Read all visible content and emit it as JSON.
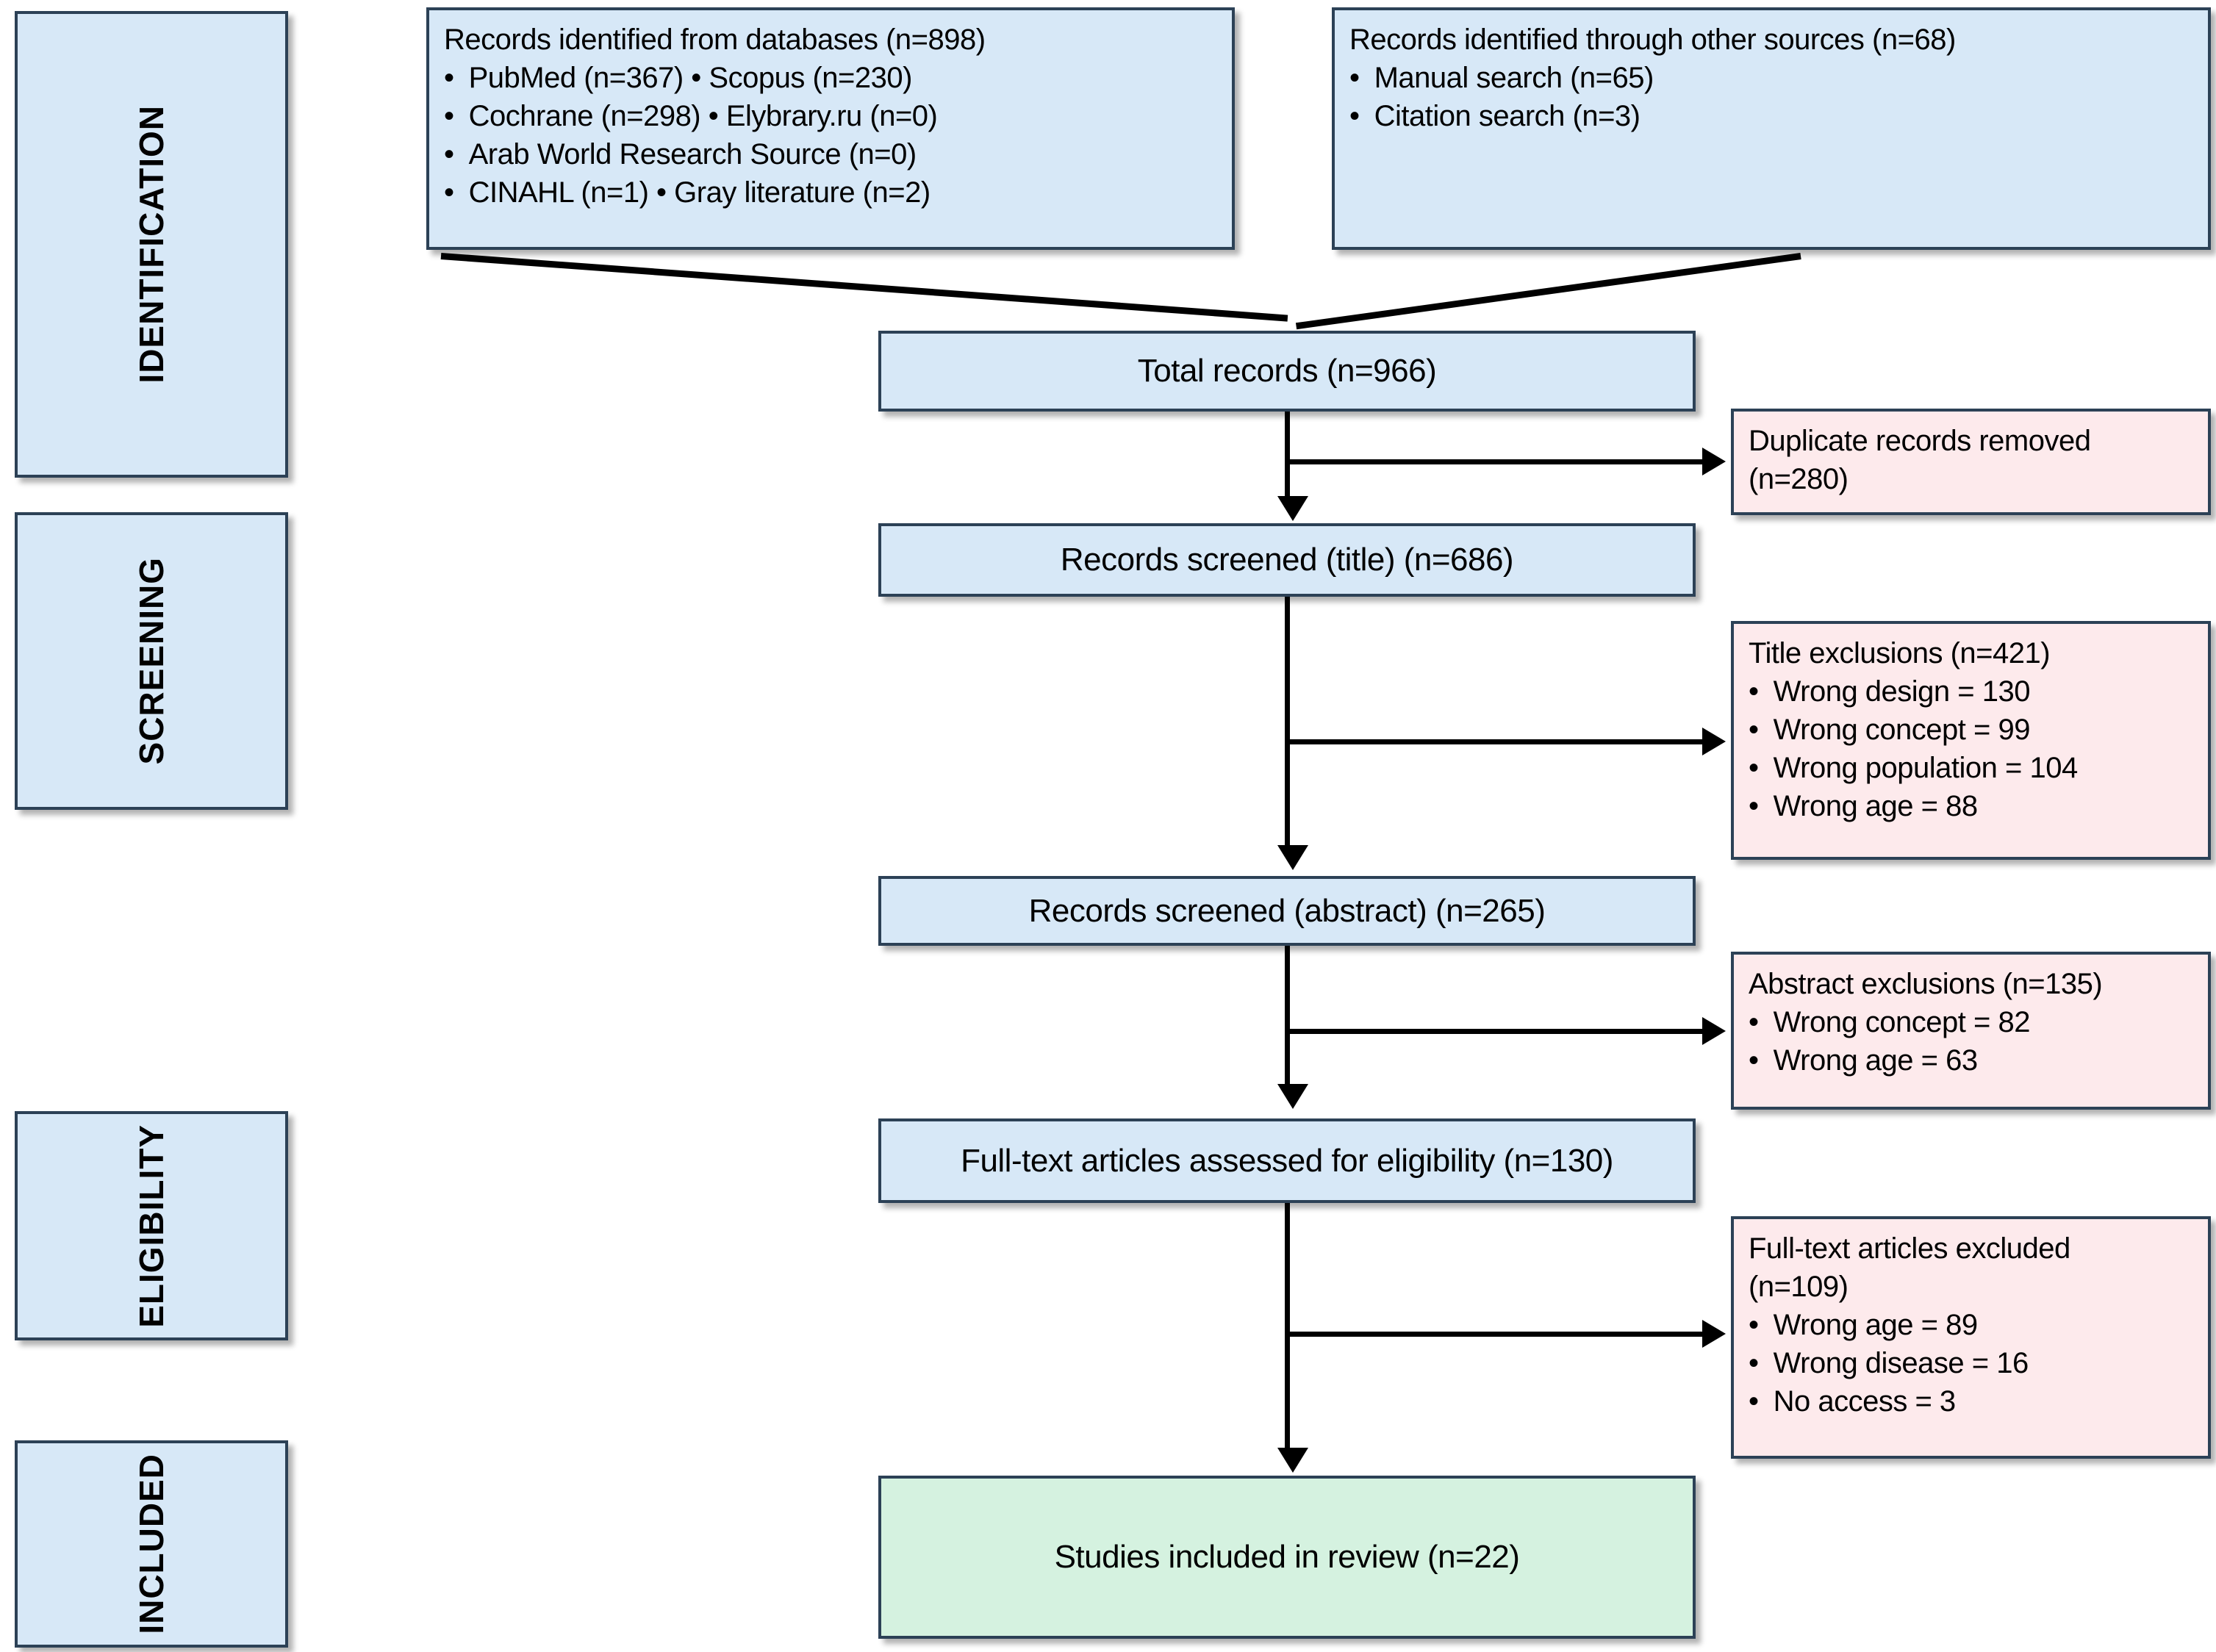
{
  "diagram": {
    "title": "PRISMA flow diagram",
    "colors": {
      "box_blue": "#d7e8f7",
      "box_pink": "#fdeaec",
      "box_green": "#d5f2e0",
      "border": "#2c4156",
      "connector": "#000000",
      "background": "#ffffff"
    }
  },
  "stages": [
    {
      "key": "identification",
      "label": "IDENTIFICATION"
    },
    {
      "key": "screening",
      "label": "SCREENING"
    },
    {
      "key": "eligibility",
      "label": "ELIGIBILITY"
    },
    {
      "key": "included",
      "label": "INCLUDED"
    }
  ],
  "sources": {
    "databases": {
      "heading": "Records identified from databases (n=898)",
      "items": [
        "PubMed (n=367)  •  Scopus (n=230)",
        "Cochrane (n=298)  •  Elybrary.ru (n=0)",
        "Arab World Research Source (n=0)",
        "CINAHL (n=1)  •  Gray literature (n=2)"
      ]
    },
    "other": {
      "heading": "Records identified through other sources (n=68)",
      "items": [
        "Manual search (n=65)",
        "Citation search (n=3)"
      ]
    }
  },
  "flow": [
    {
      "key": "total_records",
      "label": "Total records (n=966)"
    },
    {
      "key": "screened_title",
      "label": "Records screened (title) (n=686)"
    },
    {
      "key": "screened_abstract",
      "label": "Records screened (abstract) (n=265)"
    },
    {
      "key": "fulltext_assessed",
      "label": "Full-text articles assessed for eligibility (n=130)"
    },
    {
      "key": "included_studies",
      "label": "Studies included in review (n=22)"
    }
  ],
  "exclusions": {
    "duplicates": {
      "heading_line1": "Duplicate records removed",
      "heading_line2": "(n=280)",
      "items": []
    },
    "title": {
      "heading_line1": "Title exclusions (n=421)",
      "heading_line2": "",
      "items": [
        "Wrong design = 130",
        "Wrong concept = 99",
        "Wrong population = 104",
        "Wrong age = 88"
      ]
    },
    "abstract": {
      "heading_line1": "Abstract exclusions (n=135)",
      "heading_line2": "",
      "items": [
        "Wrong concept = 82",
        "Wrong age = 63"
      ]
    },
    "fulltext": {
      "heading_line1": "Full-text articles excluded",
      "heading_line2": "(n=109)",
      "items": [
        "Wrong age = 89",
        "Wrong disease = 16",
        "No access = 3"
      ]
    }
  },
  "chart_data": {
    "type": "diagram",
    "title": "PRISMA study selection flow",
    "nodes": [
      {
        "id": "db_sources",
        "stage": "identification",
        "kind": "source",
        "label": "Records identified from databases (n=898)",
        "n": 898,
        "breakdown": {
          "PubMed": 367,
          "Scopus": 230,
          "Cochrane": 298,
          "Elybrary.ru": 0,
          "Arab World Research Source": 0,
          "CINAHL": 1,
          "Gray literature": 2
        }
      },
      {
        "id": "other_sources",
        "stage": "identification",
        "kind": "source",
        "label": "Records identified through other sources (n=68)",
        "n": 68,
        "breakdown": {
          "Manual search": 65,
          "Citation search": 3
        }
      },
      {
        "id": "total_records",
        "stage": "identification",
        "kind": "flow",
        "label": "Total records (n=966)",
        "n": 966
      },
      {
        "id": "dup_removed",
        "stage": "screening",
        "kind": "exclusion",
        "label": "Duplicate records removed (n=280)",
        "n": 280
      },
      {
        "id": "screened_title",
        "stage": "screening",
        "kind": "flow",
        "label": "Records screened (title) (n=686)",
        "n": 686
      },
      {
        "id": "title_excl",
        "stage": "screening",
        "kind": "exclusion",
        "label": "Title exclusions (n=421)",
        "n": 421,
        "breakdown": {
          "Wrong design": 130,
          "Wrong concept": 99,
          "Wrong population": 104,
          "Wrong age": 88
        }
      },
      {
        "id": "screened_abstract",
        "stage": "screening",
        "kind": "flow",
        "label": "Records screened (abstract) (n=265)",
        "n": 265
      },
      {
        "id": "abstract_excl",
        "stage": "screening",
        "kind": "exclusion",
        "label": "Abstract exclusions (n=135)",
        "n": 135,
        "breakdown": {
          "Wrong concept": 82,
          "Wrong age": 63
        }
      },
      {
        "id": "fulltext_assessed",
        "stage": "eligibility",
        "kind": "flow",
        "label": "Full-text articles assessed for eligibility (n=130)",
        "n": 130
      },
      {
        "id": "fulltext_excl",
        "stage": "eligibility",
        "kind": "exclusion",
        "label": "Full-text articles excluded (n=109)",
        "n": 109,
        "breakdown": {
          "Wrong age": 89,
          "Wrong disease": 16,
          "No access": 3
        }
      },
      {
        "id": "included_studies",
        "stage": "included",
        "kind": "flow",
        "label": "Studies included in review (n=22)",
        "n": 22
      }
    ],
    "edges": [
      {
        "from": "db_sources",
        "to": "total_records"
      },
      {
        "from": "other_sources",
        "to": "total_records"
      },
      {
        "from": "total_records",
        "to": "dup_removed"
      },
      {
        "from": "total_records",
        "to": "screened_title"
      },
      {
        "from": "screened_title",
        "to": "title_excl"
      },
      {
        "from": "screened_title",
        "to": "screened_abstract"
      },
      {
        "from": "screened_abstract",
        "to": "abstract_excl"
      },
      {
        "from": "screened_abstract",
        "to": "fulltext_assessed"
      },
      {
        "from": "fulltext_assessed",
        "to": "fulltext_excl"
      },
      {
        "from": "fulltext_assessed",
        "to": "included_studies"
      }
    ]
  }
}
